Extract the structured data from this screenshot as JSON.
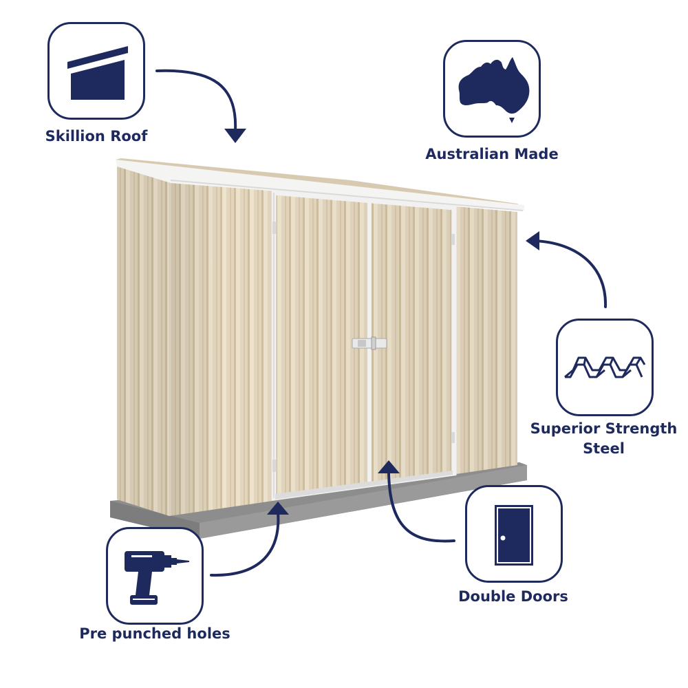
{
  "features": {
    "skillion_roof": {
      "label": "Skillion Roof",
      "icon": "skillion-roof-icon"
    },
    "australian_made": {
      "label": "Australian Made",
      "icon": "australia-map-icon"
    },
    "superior_steel": {
      "label_line1": "Superior Strength",
      "label_line2": "Steel",
      "icon": "corrugated-steel-icon"
    },
    "double_doors": {
      "label": "Double Doors",
      "icon": "door-icon"
    },
    "pre_punched_holes": {
      "label": "Pre punched holes",
      "icon": "drill-icon"
    }
  },
  "colors": {
    "navy": "#1e2a5e",
    "shed_cladding": "#e4d6bd",
    "trim": "#f3f3f3",
    "concrete": "#8d8d8d"
  }
}
